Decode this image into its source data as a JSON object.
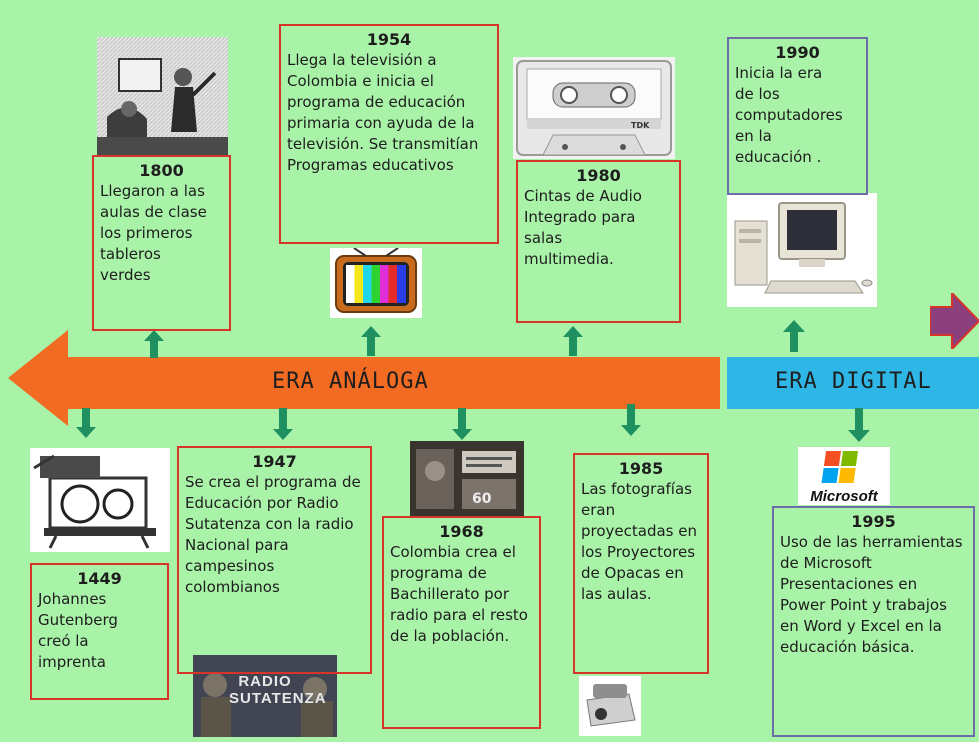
{
  "bands": {
    "analog_label": "ERA ANÁLOGA",
    "digital_label": "ERA DIGITAL"
  },
  "events": {
    "e1800": {
      "year": "1800",
      "text": "Llegaron a las aulas de clase los primeros tableros verdes"
    },
    "e1954": {
      "year": "1954",
      "text": "Llega la televisión a Colombia e inicia el programa de educación primaria con ayuda de la televisión. Se transmitían Programas educativos"
    },
    "e1980": {
      "year": "1980",
      "text": "Cintas de Audio Integrado para salas multimedia."
    },
    "e1990": {
      "year": "1990",
      "text": "Inicia la era de los computadores en la educación ."
    },
    "e1449": {
      "year": "1449",
      "text": "Johannes Gutenberg creó la imprenta"
    },
    "e1947": {
      "year": "1947",
      "text": "Se crea el programa de Educación por Radio Sutatenza con la radio Nacional para campesinos colombianos"
    },
    "e1968": {
      "year": "1968",
      "text": "Colombia crea el programa de Bachillerato por radio para el resto de la población."
    },
    "e1985": {
      "year": "1985",
      "text": "Las fotografías eran proyectadas en los Proyectores de Opacas en las aulas."
    },
    "e1995": {
      "year": "1995",
      "text": "Uso de las herramientas de Microsoft Presentaciones en Power Point y trabajos en Word y Excel en la educación básica."
    }
  },
  "images": {
    "cassette_brand": "TDK",
    "microsoft_logo": "Microsoft",
    "radio_sutatenza": "RADIO SUTATENZA",
    "tv_screen_number": "60"
  },
  "colors": {
    "background": "#a9f3a9",
    "analog_arrow": "#f26b22",
    "digital_bar": "#2eb7e6",
    "box_border_red": "#d8352a",
    "box_border_blue": "#6b6ea8",
    "connector_arrow": "#1f9161",
    "next_arrow": "#8b3f7d"
  }
}
